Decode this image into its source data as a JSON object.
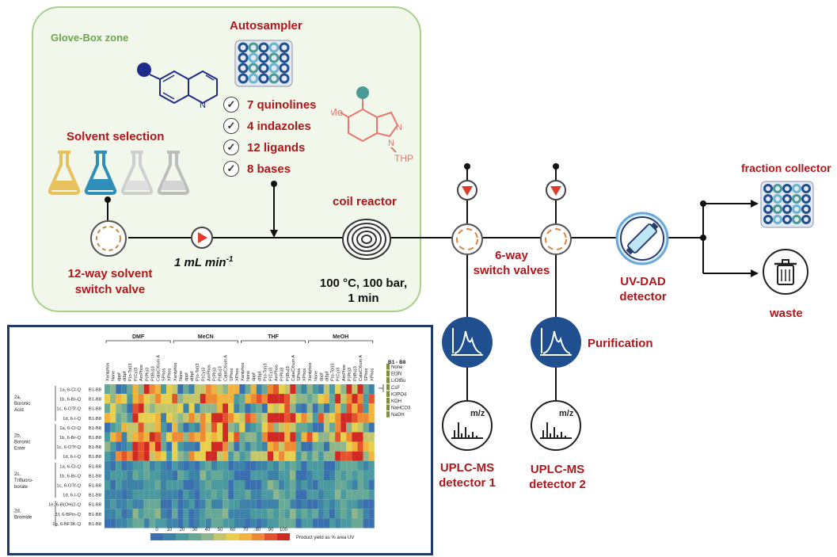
{
  "glovebox_label": "Glove-Box zone",
  "autosampler_label": "Autosampler",
  "checklist": [
    {
      "text": "7 quinolines"
    },
    {
      "text": "4 indazoles"
    },
    {
      "text": "12 ligands"
    },
    {
      "text": "8 bases"
    }
  ],
  "indazole": {
    "me": "Me",
    "n1": "N",
    "n2": "N",
    "thp": "THP"
  },
  "quinoline_n": "N",
  "solvent_selection_label": "Solvent selection",
  "solvent_valve_label": [
    "12-way solvent",
    "switch valve"
  ],
  "flow_rate": "1 mL min",
  "flow_rate_sup": "-1",
  "coil_reactor_label": "coil reactor",
  "conditions": [
    "100 °C, 100 bar,",
    "1 min"
  ],
  "switch_valves_label": [
    "6-way",
    "switch valves"
  ],
  "uvdad_label": [
    "UV-DAD",
    "detector"
  ],
  "fraction_collector_label": "fraction collector",
  "waste_label": "waste",
  "purification_label": "Purification",
  "ms_label": "m/z",
  "uplc1_label": [
    "UPLC-MS",
    "detector 1"
  ],
  "uplc2_label": [
    "UPLC-MS",
    "detector 2"
  ],
  "heatmap": {
    "solvents": [
      "DMF",
      "MeCN",
      "THF",
      "MeOH"
    ],
    "ligands": [
      "Xantphos",
      "None",
      "dppf",
      "dtbpf",
      "P(o-Tol)3",
      "P(Cy)3",
      "AmPhos",
      "P(Ph)3",
      "P(tBu)3",
      "CataCXium A",
      "SPhos",
      "XPhos"
    ],
    "group_labels": [
      {
        "lines": [
          "2a,",
          "Boronic",
          "Acid"
        ]
      },
      {
        "lines": [
          "2b,",
          "Boronic",
          "Ester"
        ]
      },
      {
        "lines": [
          "2c,",
          "Trifluoro-",
          "borate"
        ]
      },
      {
        "lines": [
          "2d,",
          "Bromide"
        ]
      }
    ],
    "rows": [
      {
        "label": "1a, 6-Cl-Q",
        "range": "B1-B8"
      },
      {
        "label": "1b, 6-Br-Q",
        "range": "B1-B8"
      },
      {
        "label": "1c, 6-OTf-Q",
        "range": "B1-B8"
      },
      {
        "label": "1d, 6-I-Q",
        "range": "B1-B8"
      },
      {
        "label": "1a, 6-Cl-Q",
        "range": "B1-B8"
      },
      {
        "label": "1b, 6-Br-Q",
        "range": "B1-B8"
      },
      {
        "label": "1c, 6-OTf-Q",
        "range": "B1-B8"
      },
      {
        "label": "1d, 6-I-Q",
        "range": "B1-B8"
      },
      {
        "label": "1a, 6-Cl-Q",
        "range": "B1-B8"
      },
      {
        "label": "1b, 6-Br-Q",
        "range": "B1-B8"
      },
      {
        "label": "1c, 6-OTf-Q",
        "range": "B1-B8"
      },
      {
        "label": "1d, 6-I-Q",
        "range": "B1-B8"
      },
      {
        "label": "1e, 6-B(OH)2-Q",
        "range": "B1-B8"
      },
      {
        "label": "1f, 6-BPin-Q",
        "range": "B1-B8"
      },
      {
        "label": "1g, 6-BF3K-Q",
        "range": "B1-B8"
      }
    ],
    "bases_title": "B1 - B8",
    "bases": [
      "None",
      "Et3N",
      "LiOtBu",
      "CsF",
      "K3PO4",
      "KOH",
      "NaHCO3",
      "NaOH"
    ],
    "scale_ticks": [
      "0",
      "10",
      "20",
      "30",
      "40",
      "50",
      "60",
      "70",
      "80",
      "90",
      "100"
    ],
    "scale_colors": [
      "#3a6fb0",
      "#3d83a8",
      "#4a9aa0",
      "#67a996",
      "#8fb68a",
      "#c4c66a",
      "#e8cf4d",
      "#f0b33e",
      "#ef8a34",
      "#e3542c",
      "#d12a25"
    ],
    "scale_label": "Product yield as % area UV"
  },
  "colors": {
    "accent": "#b0161a",
    "navy": "#213a6a",
    "teal": "#4a9a96",
    "green": "#a8cf8c"
  }
}
